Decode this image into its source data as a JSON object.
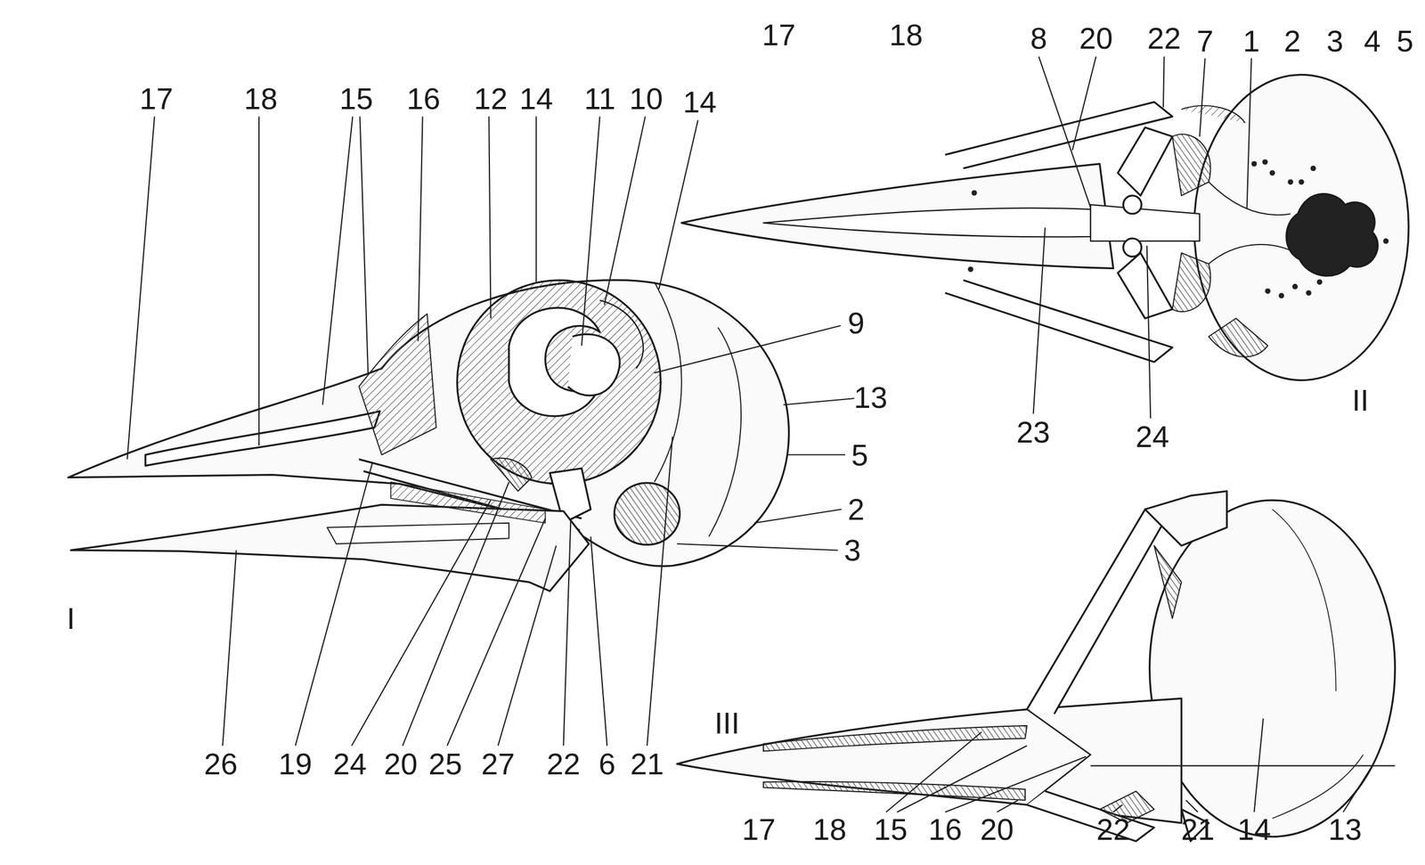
{
  "diagram": {
    "labels": [
      "17",
      "18",
      "15",
      "16",
      "12",
      "14",
      "11",
      "10",
      "14",
      "9",
      "13",
      "5",
      "2",
      "3",
      "26",
      "19",
      "24",
      "20",
      "25",
      "27",
      "22",
      "6",
      "21",
      "I",
      "17",
      "18",
      "8",
      "20",
      "22",
      "7",
      "1",
      "2",
      "3",
      "4",
      "5",
      "23",
      "24",
      "II",
      "III",
      "17",
      "18",
      "15",
      "16",
      "20",
      "22",
      "21",
      "14",
      "13"
    ]
  }
}
